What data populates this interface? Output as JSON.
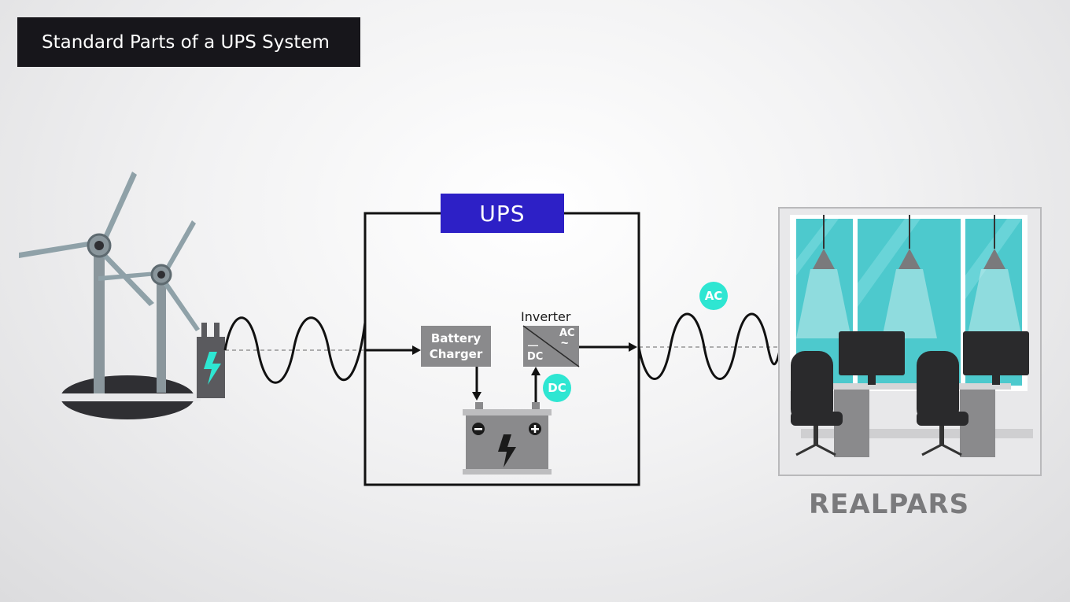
{
  "title": "Standard Parts of a UPS System",
  "ups": {
    "label": "UPS"
  },
  "battery_charger": {
    "line1": "Battery",
    "line2": "Charger"
  },
  "inverter": {
    "label": "Inverter",
    "ac": "AC",
    "ac_symbol": "~",
    "dc": "DC",
    "dc_symbol": "—"
  },
  "badges": {
    "dc": "DC",
    "ac": "AC"
  },
  "brand": {
    "logo": "REALPARS"
  },
  "icons": [
    "wind-turbine-icon",
    "power-source-icon",
    "battery-icon",
    "office-icon",
    "lamp-icon",
    "monitor-icon",
    "chair-icon"
  ],
  "colors": {
    "ups_label": "#2d20c6",
    "accent": "#2ee6d2",
    "component_gray": "#8a8a8c",
    "title_bg": "#17161b"
  }
}
